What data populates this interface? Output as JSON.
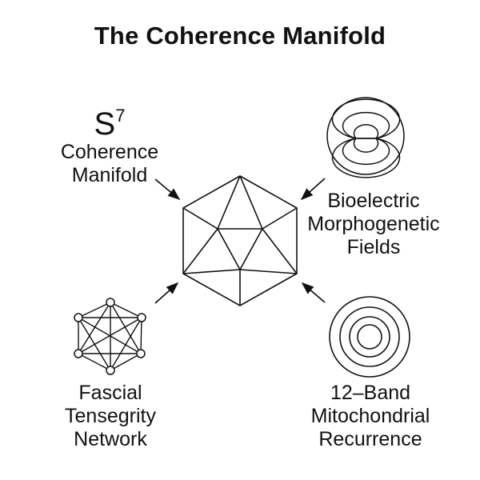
{
  "title": "The Coherence Manifold",
  "colors": {
    "ink": "#111111",
    "background": "#ffffff"
  },
  "center": {
    "icon": "icosahedron-wireframe"
  },
  "nodes": {
    "coherence": {
      "symbol": "S",
      "superscript": "7",
      "lines": [
        "Coherence",
        "Manifold"
      ],
      "position": "top-left",
      "icon": "none"
    },
    "bioelectric": {
      "lines": [
        "Bioelectric",
        "Morphogenetic",
        "Fields"
      ],
      "position": "top-right",
      "icon": "dipole-field"
    },
    "fascial": {
      "lines": [
        "Fascial",
        "Tensegrity",
        "Network"
      ],
      "position": "bottom-left",
      "icon": "complete-graph-network"
    },
    "mitochondrial": {
      "lines": [
        "12–Band",
        "Mitochondrial",
        "Recurrence"
      ],
      "position": "bottom-right",
      "icon": "concentric-circles"
    }
  },
  "arrows": [
    {
      "from": "coherence",
      "to": "center"
    },
    {
      "from": "bioelectric",
      "to": "center"
    },
    {
      "from": "fascial",
      "to": "center"
    },
    {
      "from": "mitochondrial",
      "to": "center"
    }
  ]
}
